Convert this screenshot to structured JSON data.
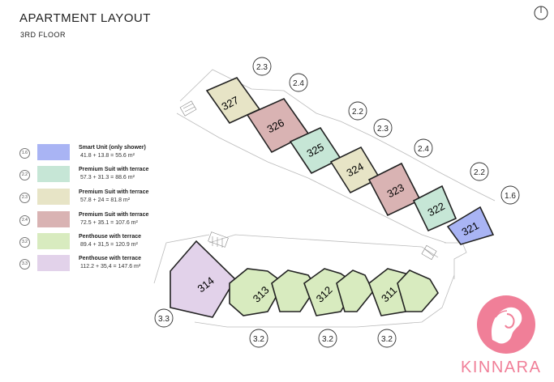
{
  "header": {
    "title": "APARTMENT LAYOUT",
    "floor": "3RD FLOOR"
  },
  "legend": [
    {
      "code": "1.6",
      "name": "Smart Unit (only shower)",
      "area": "41.8 + 13.8 = 55.6 m²",
      "color": "#a9b4f4"
    },
    {
      "code": "2.2",
      "name": "Premium Suit with terrace",
      "area": "57.3 + 31.3 = 88.6 m²",
      "color": "#c6e6d6"
    },
    {
      "code": "2.3",
      "name": "Premium Suit with terrace",
      "area": "57.8 + 24 = 81.8 m²",
      "color": "#e7e4c6"
    },
    {
      "code": "2.4",
      "name": "Premium Suit with terrace",
      "area": "72.5 + 35.1 = 107.6 m²",
      "color": "#d9b3b3"
    },
    {
      "code": "3.2",
      "name": "Penthouse with terrace",
      "area": "89.4 + 31,5 = 120.9 m²",
      "color": "#d8ebbf"
    },
    {
      "code": "3.3",
      "name": "Penthouse with terrace",
      "area": "112.2 + 35,4 = 147.6 m²",
      "color": "#e2d2ea"
    }
  ],
  "units": [
    {
      "number": "327",
      "type": "2.3",
      "color": "#e7e4c6"
    },
    {
      "number": "326",
      "type": "2.4",
      "color": "#d9b3b3"
    },
    {
      "number": "325",
      "type": "2.2",
      "color": "#c6e6d6"
    },
    {
      "number": "324",
      "type": "2.3",
      "color": "#e7e4c6"
    },
    {
      "number": "323",
      "type": "2.4",
      "color": "#d9b3b3"
    },
    {
      "number": "322",
      "type": "2.2",
      "color": "#c6e6d6"
    },
    {
      "number": "321",
      "type": "1.6",
      "color": "#a9b4f4"
    },
    {
      "number": "314",
      "type": "3.3",
      "color": "#e2d2ea"
    },
    {
      "number": "313",
      "type": "3.2",
      "color": "#d8ebbf"
    },
    {
      "number": "312",
      "type": "3.2",
      "color": "#d8ebbf"
    },
    {
      "number": "311",
      "type": "3.2",
      "color": "#d8ebbf"
    }
  ],
  "type_markers": [
    "2.3",
    "2.4",
    "2.2",
    "2.3",
    "2.4",
    "2.2",
    "1.6",
    "3.3",
    "3.2",
    "3.2",
    "3.2"
  ],
  "brand": {
    "name": "KINNARA",
    "color": "#f07f98"
  }
}
